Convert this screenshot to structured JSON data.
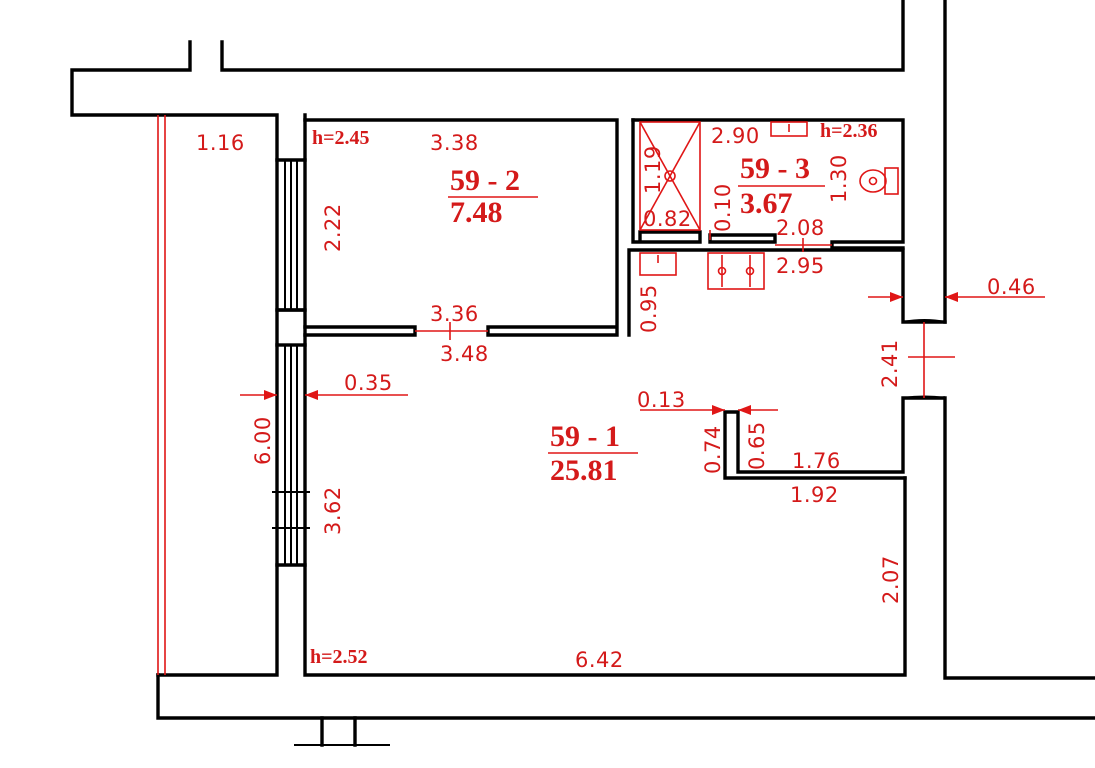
{
  "colors": {
    "walls": "#000000",
    "annotations": "#e01616"
  },
  "rooms": [
    {
      "id": "59 - 1",
      "area": "25.81",
      "height": "h=2.52"
    },
    {
      "id": "59 - 2",
      "area": "7.48",
      "height": "h=2.45"
    },
    {
      "id": "59 - 3",
      "area": "3.67",
      "height": "h=2.36"
    }
  ],
  "dimensions": {
    "balcony_width": "1.16",
    "room2_width": "3.38",
    "room2_depth": "2.22",
    "room2_inner_wall": "3.36",
    "room2_outer_wall": "3.48",
    "bath_shower_depth": "1.19",
    "bath_shower_width": "0.82",
    "bath_top": "2.90",
    "bath_partition": "0.10",
    "bath_depth": "1.30",
    "bath_width": "2.08",
    "kitchen_width": "2.95",
    "kitchen_depth": "0.95",
    "wall_thickness_right": "0.46",
    "door_right": "2.41",
    "wall_thickness_left": "0.35",
    "window_height_total": "6.00",
    "window_lower": "3.62",
    "column_offset": "0.13",
    "column_depth_outer": "0.74",
    "column_depth_inner": "0.65",
    "column_inner_width": "1.76",
    "column_outer_width": "1.92",
    "right_wall_lower": "2.07",
    "bottom_wall": "6.42"
  },
  "icons": [
    "shower-icon",
    "sink-icon",
    "toilet-icon",
    "stove-icon",
    "kitchen-sink-icon"
  ]
}
